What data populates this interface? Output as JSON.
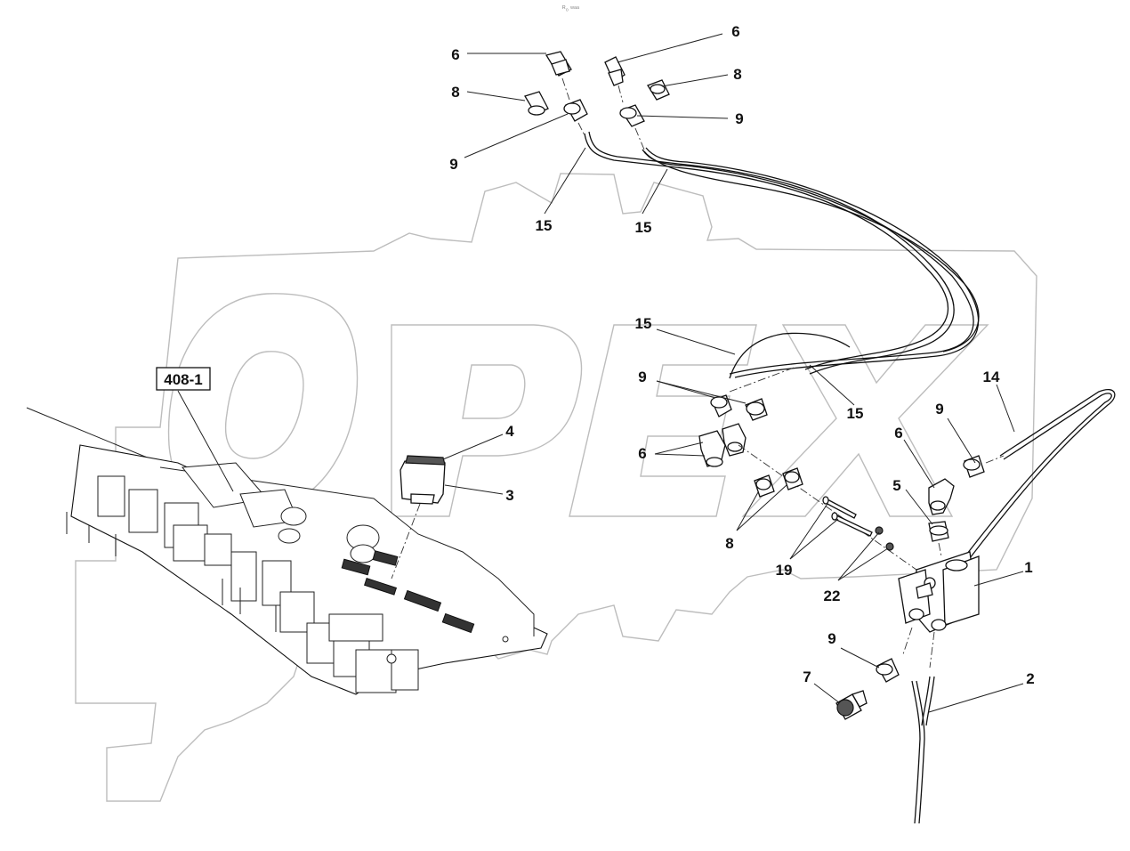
{
  "watermark": {
    "brand": "OPEX"
  },
  "reference_tag": "408-1",
  "top_caption": "ᴿ₀ ʷᵃᵃ",
  "callouts": {
    "c6_top_left": "6",
    "c6_top_right": "6",
    "c8_top_left": "8",
    "c8_top_right": "8",
    "c9_top_left": "9",
    "c9_top_right": "9",
    "c15_left": "15",
    "c15_right": "15",
    "c15_mid": "15",
    "c15_mid_right": "15",
    "c9_mid": "9",
    "c6_mid": "6",
    "c8_mid": "8",
    "c19": "19",
    "c22": "22",
    "c4": "4",
    "c3": "3",
    "c14": "14",
    "c9_right": "9",
    "c6_right": "6",
    "c5": "5",
    "c1": "1",
    "c9_bottom": "9",
    "c7": "7",
    "c2": "2"
  }
}
